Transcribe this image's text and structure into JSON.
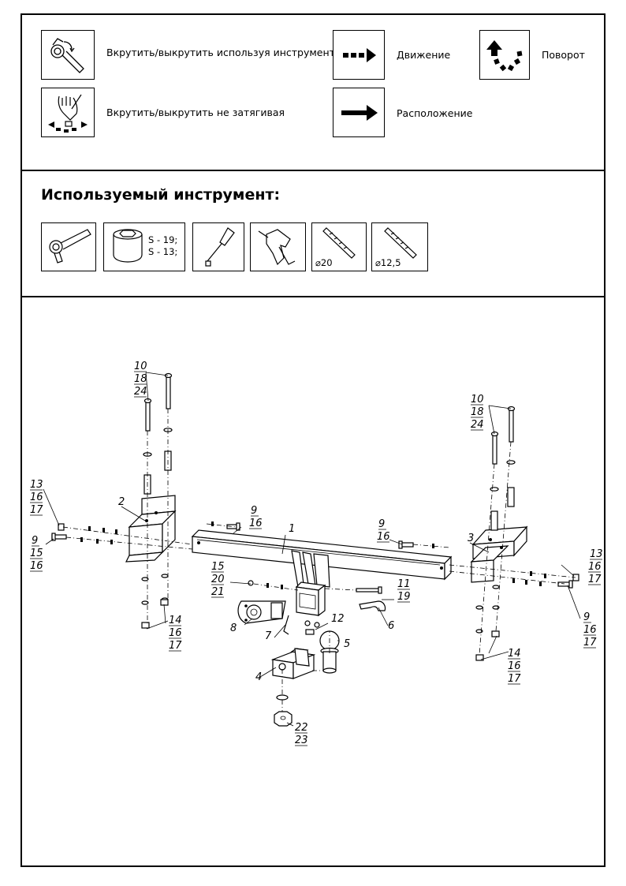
{
  "legend": {
    "tool_turn": "Вкрутить/выкрутить используя инструмент",
    "hand_turn": "Вкрутить/выкрутить не затягивая",
    "movement": "Движение",
    "placement": "Расположение",
    "rotation": "Поворот"
  },
  "tools_title": "Используемый инструмент:",
  "tools": {
    "socket_sizes": [
      "S - 19;",
      "S - 13;"
    ],
    "drill_bit_1": "⌀20",
    "drill_bit_2": "⌀12,5"
  },
  "callouts": {
    "c1": "1",
    "c2": "2",
    "c3": "3",
    "c4": "4",
    "c5": "5",
    "c6": "6",
    "c7": "7",
    "c8": "8",
    "left_top": [
      "10",
      "18",
      "24"
    ],
    "right_top": [
      "10",
      "18",
      "24"
    ],
    "left_side_a": [
      "13",
      "16",
      "17"
    ],
    "left_side_b": [
      "9",
      "15",
      "16"
    ],
    "center_bolt": [
      "9",
      "16"
    ],
    "right_bolt": [
      "9",
      "16"
    ],
    "pin": [
      "11",
      "19"
    ],
    "left_nuts": [
      "14",
      "16",
      "17"
    ],
    "mid_bolts": [
      "15",
      "20",
      "21"
    ],
    "c12": "12",
    "right_side_a": [
      "13",
      "16",
      "17"
    ],
    "right_side_b": [
      "9",
      "16",
      "17"
    ],
    "right_nuts": [
      "14",
      "16",
      "17"
    ],
    "bottom_nut": [
      "22",
      "23"
    ]
  }
}
